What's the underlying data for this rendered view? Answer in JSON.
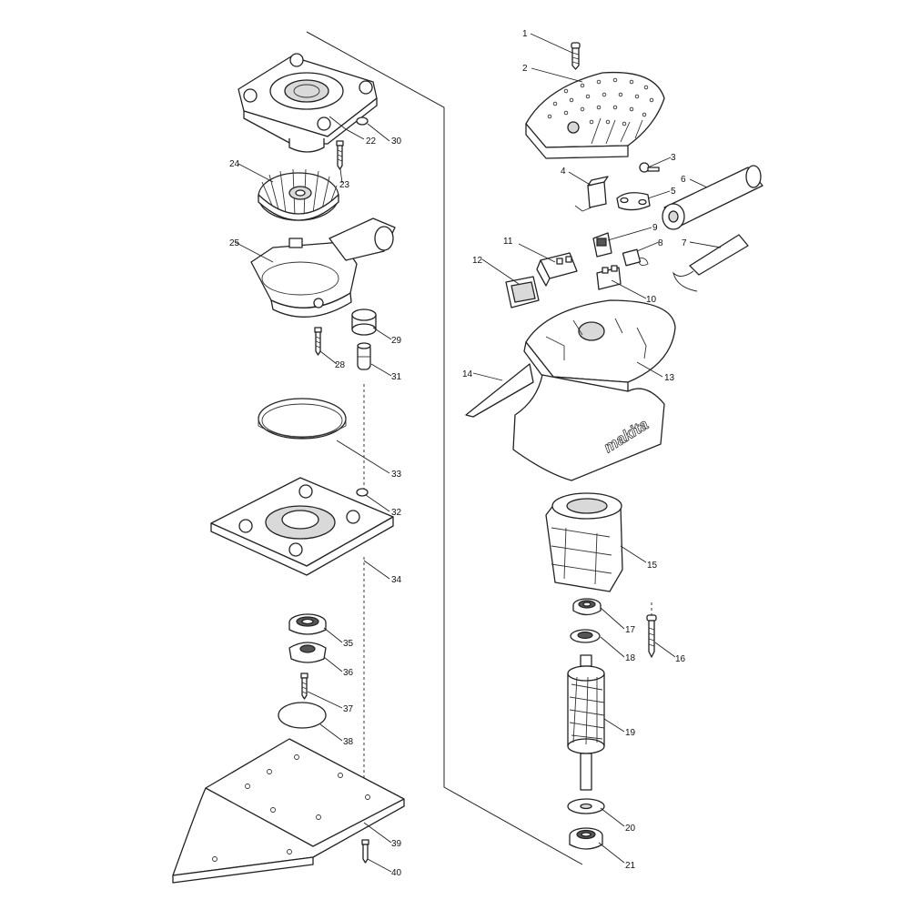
{
  "brand_text": "makita",
  "parts": [
    {
      "number": "1"
    },
    {
      "number": "2"
    },
    {
      "number": "3"
    },
    {
      "number": "4"
    },
    {
      "number": "5"
    },
    {
      "number": "6"
    },
    {
      "number": "7"
    },
    {
      "number": "8"
    },
    {
      "number": "9"
    },
    {
      "number": "10"
    },
    {
      "number": "11"
    },
    {
      "number": "12"
    },
    {
      "number": "13"
    },
    {
      "number": "14"
    },
    {
      "number": "15"
    },
    {
      "number": "16"
    },
    {
      "number": "17"
    },
    {
      "number": "18"
    },
    {
      "number": "19"
    },
    {
      "number": "20"
    },
    {
      "number": "21"
    },
    {
      "number": "22"
    },
    {
      "number": "23"
    },
    {
      "number": "24"
    },
    {
      "number": "25"
    },
    {
      "number": "28"
    },
    {
      "number": "29"
    },
    {
      "number": "30"
    },
    {
      "number": "31"
    },
    {
      "number": "32"
    },
    {
      "number": "33"
    },
    {
      "number": "34"
    },
    {
      "number": "35"
    },
    {
      "number": "36"
    },
    {
      "number": "37"
    },
    {
      "number": "38"
    },
    {
      "number": "39"
    },
    {
      "number": "40"
    }
  ]
}
